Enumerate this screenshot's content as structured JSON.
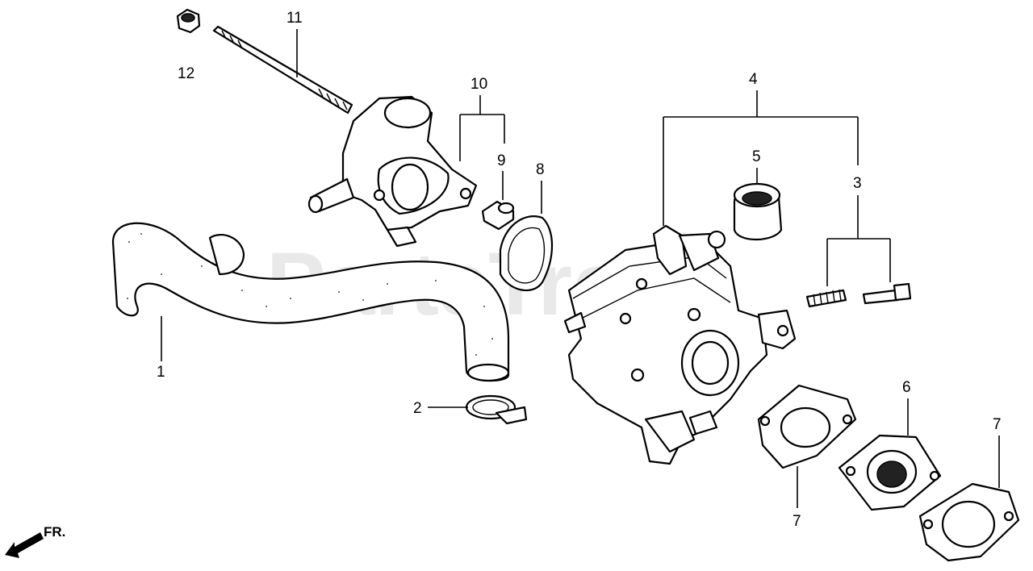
{
  "watermark": "PartsTree",
  "direction": {
    "label": "FR."
  },
  "callouts": {
    "c1": "1",
    "c2": "2",
    "c3": "3",
    "c4": "4",
    "c5": "5",
    "c6": "6",
    "c7a": "7",
    "c7b": "7",
    "c8": "8",
    "c9": "9",
    "c10": "10",
    "c11": "11",
    "c12": "12"
  }
}
